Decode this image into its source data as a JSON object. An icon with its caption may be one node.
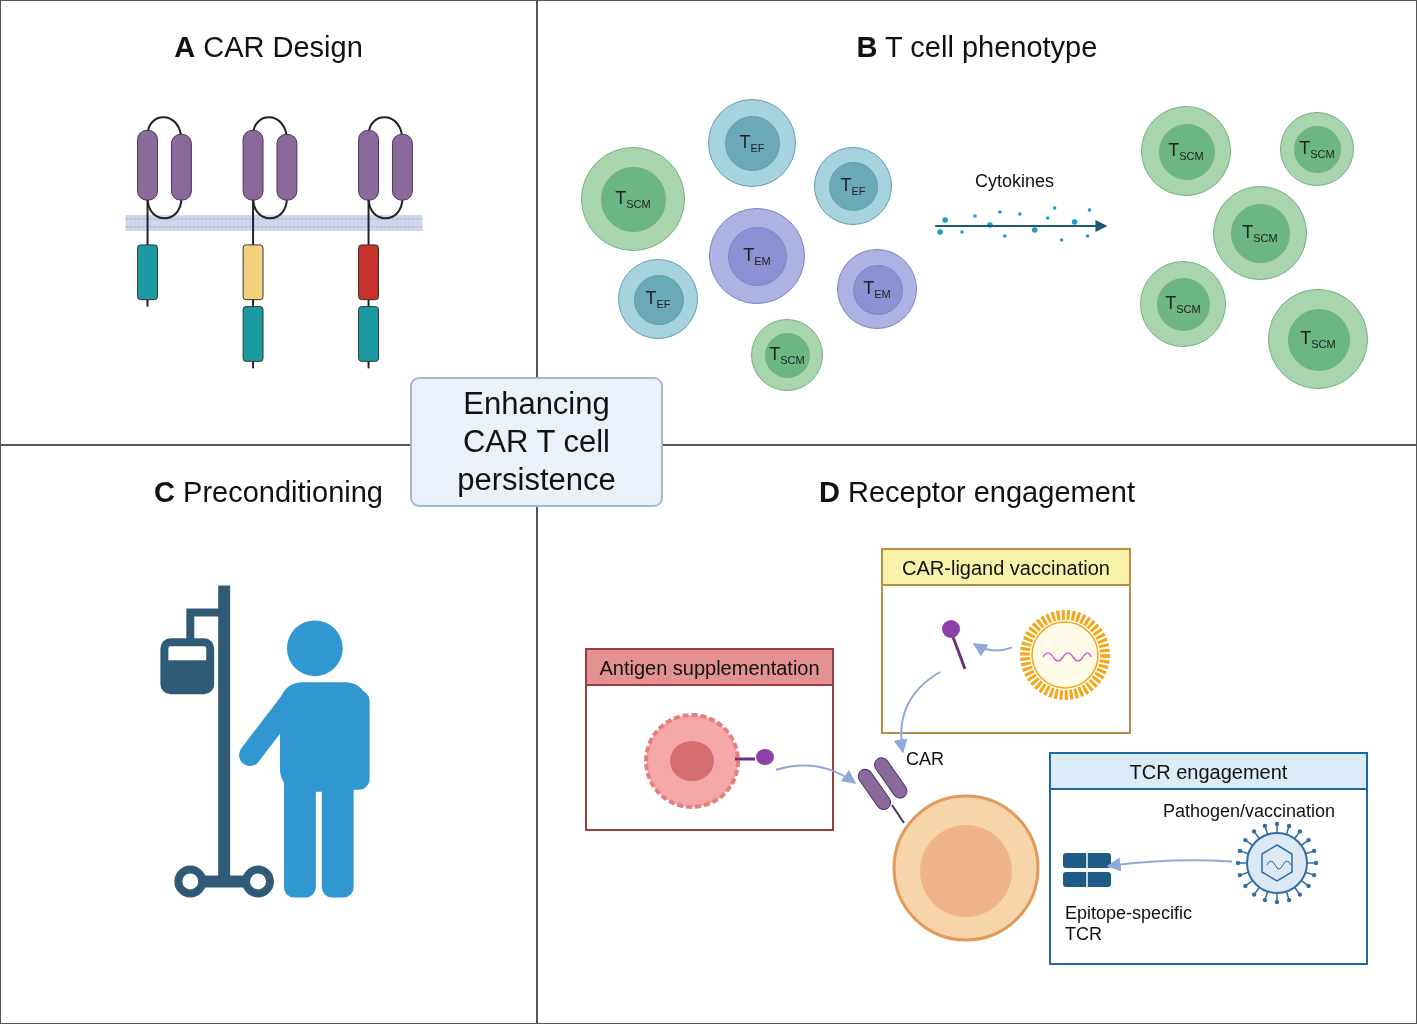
{
  "diagram": {
    "nodes": [
      {
        "text": [
          "**A** CAR Design"
        ]
      },
      {
        "text": [
          "**B** T cell phenotype"
        ]
      },
      {
        "text": [
          "T$_{EF}$"
        ],
        "in": 1
      },
      {
        "text": [
          "T$_{EF}$"
        ],
        "in": 1
      },
      {
        "text": [
          "T$_{SCM}$"
        ],
        "in": 1
      },
      {
        "text": [
          "T$_{EM}$"
        ],
        "in": 1
      },
      {
        "text": [
          "T$_{EM}$"
        ],
        "in": 1
      },
      {
        "text": [
          "T$_{EF}$"
        ],
        "in": 1
      },
      {
        "text": [
          "T$_{SCM}$"
        ],
        "in": 1
      },
      {
        "text": [
          "T$_{SCM}$"
        ],
        "in": 1
      },
      {
        "text": [
          "T$_{SCM}$"
        ],
        "in": 1
      },
      {
        "text": [
          "T$_{SCM}$"
        ],
        "in": 1
      },
      {
        "text": [
          "T$_{SCM}$"
        ],
        "in": 1
      },
      {
        "text": [
          "T$_{SCM}$"
        ],
        "in": 1
      },
      {
        "text": [
          "Enhancing CAR T cell persistence"
        ]
      },
      {
        "text": [
          "**C** Preconditioning"
        ]
      },
      {
        "text": [
          "**D** Receptor engagement"
        ]
      },
      {
        "text": [
          "CAR-ligand vaccination"
        ],
        "in": 16
      },
      {
        "text": [],
        "shape": "picture",
        "in": 17
      },
      {
        "text": [],
        "shape": "picture",
        "in": 17
      },
      {
        "text": [
          "Antigen supplementation"
        ],
        "in": 16
      },
      {
        "text": [],
        "shape": "picture",
        "in": 20
      },
      {
        "text": [],
        "shape": "picture",
        "in": 16,
        "beside": [
          "CAR"
        ]
      },
      {
        "text": [],
        "shape": "circle",
        "in": 16
      },
      {
        "text": [
          "TCR engagement"
        ],
        "in": 16
      },
      {
        "text": [],
        "shape": "picture",
        "in": 24,
        "beside": [
          "Pathogen/vaccination"
        ]
      },
      {
        "text": [],
        "shape": "picture",
        "in": 24,
        "beside": [
          "Epitope-specific TCR"
        ]
      }
    ],
    "edges": [
      {
        "from": 19,
        "to": 18,
        "arrow": "to"
      },
      {
        "from": 18,
        "to": 22,
        "arrow": "to"
      },
      {
        "from": 21,
        "to": 22,
        "arrow": "to"
      },
      {
        "from": 25,
        "to": 26,
        "arrow": "to"
      }
    ],
    "labels": [
      "Cytokines"
    ]
  }
}
